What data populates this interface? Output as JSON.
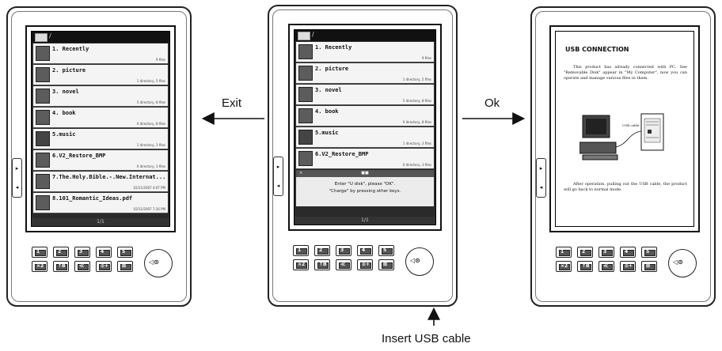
{
  "menu_list": {
    "items": [
      {
        "label": "1. Recently",
        "meta": "9 files"
      },
      {
        "label": "2. picture",
        "meta": "1 directory, 5 files"
      },
      {
        "label": "3. novel",
        "meta": "5 directory, 8 files"
      },
      {
        "label": "4. book",
        "meta": "0 directory, 8 files"
      },
      {
        "label": "5.music",
        "meta": "1 directory, 3 files"
      },
      {
        "label": "6.V2_Restore_BMP",
        "meta": "0 directory, 3 files"
      },
      {
        "label": "7.The.Holy.Bible.-.New.Internat...",
        "meta": "02/11/2007 4:07 PM"
      },
      {
        "label": "8.101_Romantic_Ideas.pdf",
        "meta": "02/11/2007 7:16 PM"
      }
    ],
    "page_indicator": "1/1"
  },
  "usb_dialog": {
    "line1": "Enter \"U disk\", please \"OK\".",
    "line2": "\"Charge\" by pressing other keys."
  },
  "usb_screen": {
    "title": "USB CONNECTION",
    "body": "This product has already connected with PC. See \"Removable Disk\" appear in \"My Computer\", now you can operate and manage various files in them.",
    "footer": "After operation, pulling out the USB cable, the product will go back to normal mode.",
    "cable_label": "USB cable"
  },
  "keypad": {
    "row1": [
      "1",
      "2",
      "3",
      "4",
      "5"
    ],
    "row2": [
      "×2",
      "↑B",
      "≪",
      "⊙+",
      "⊠"
    ]
  },
  "labels": {
    "exit": "Exit",
    "ok": "Ok",
    "insert_usb": "Insert USB cable"
  }
}
